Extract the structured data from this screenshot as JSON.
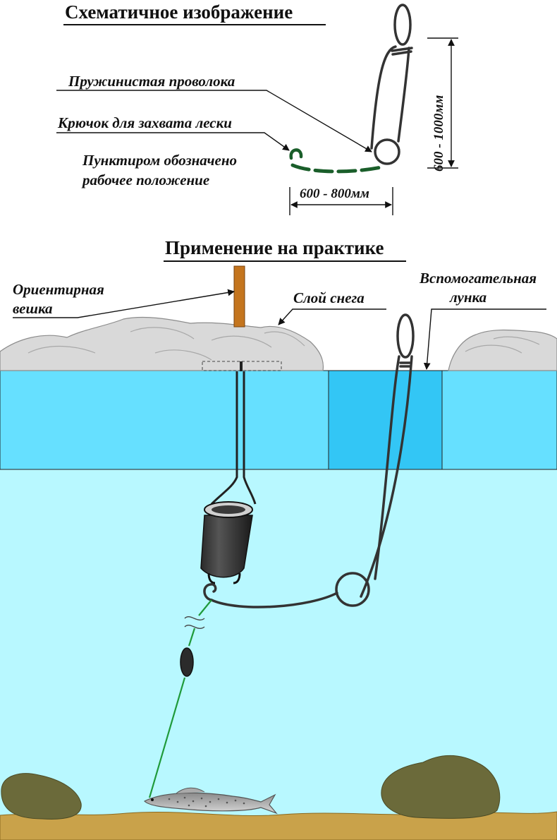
{
  "schematic": {
    "title": "Схематичное изображение",
    "label_spring_wire": "Пружинистая проволока",
    "label_line_hook": "Крючок для захвата лески",
    "label_dotted_line1": "Пунктиром обозначено",
    "label_dotted_line2": "рабочее положение",
    "dim_height": "600 - 1000мм",
    "dim_width": "600 - 800мм"
  },
  "practice": {
    "title": "Применение на практике",
    "label_marker1": "Ориентирная",
    "label_marker2": "вешка",
    "label_snow": "Слой снега",
    "label_aux_hole1": "Вспомогательная",
    "label_aux_hole2": "лунка"
  },
  "colors": {
    "ice": "#66e0ff",
    "ice_hole": "#33c6f5",
    "water": "#b8f8ff",
    "snow": "#d9d9d9",
    "seabed": "#c9a24a",
    "rock": "#6b6a3a",
    "line": "#1f9a3a",
    "dashed_wire": "#1a5e2a",
    "marker_pole": "#c4751e"
  }
}
